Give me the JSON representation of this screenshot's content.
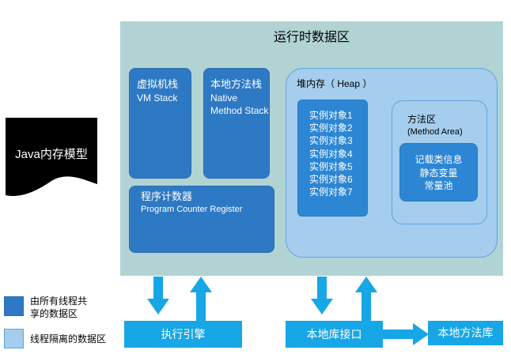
{
  "runtime_area": {
    "title": "运行时数据区"
  },
  "vm_stack": {
    "line1": "虚拟机栈",
    "line2": "VM Stack"
  },
  "native_stack": {
    "line1": "本地方法栈",
    "line2": "Native",
    "line3": "Method Stack"
  },
  "pc_register": {
    "line1": "程序计数器",
    "line2": "Program Counter Register"
  },
  "heap": {
    "title": "堆内存（ Heap ）",
    "objects": [
      "实例对象1",
      "实例对象2",
      "实例对象3",
      "实例对象4",
      "实例对象5",
      "实例对象6",
      "实例对象7"
    ]
  },
  "method_area": {
    "title_line1": "方法区",
    "title_line2": "(Method Area)",
    "items": [
      "记载类信息",
      "静态变量",
      "常量池"
    ]
  },
  "java_memory_model": {
    "label": "Java内存模型"
  },
  "execution_engine": {
    "label": "执行引擎"
  },
  "native_interface": {
    "label": "本地库接口"
  },
  "native_library": {
    "label": "本地方法库"
  },
  "legend": {
    "shared": {
      "line1": "由所有线程共",
      "line2": "享的数据区",
      "color": "#2e79c4"
    },
    "isolated": {
      "label": "线程隔离的数据区",
      "color": "#a5cdee"
    }
  },
  "colors": {
    "runtime_bg": "#b1d3d3",
    "arrow": "#17a6e6",
    "black_shape": "#000000"
  }
}
